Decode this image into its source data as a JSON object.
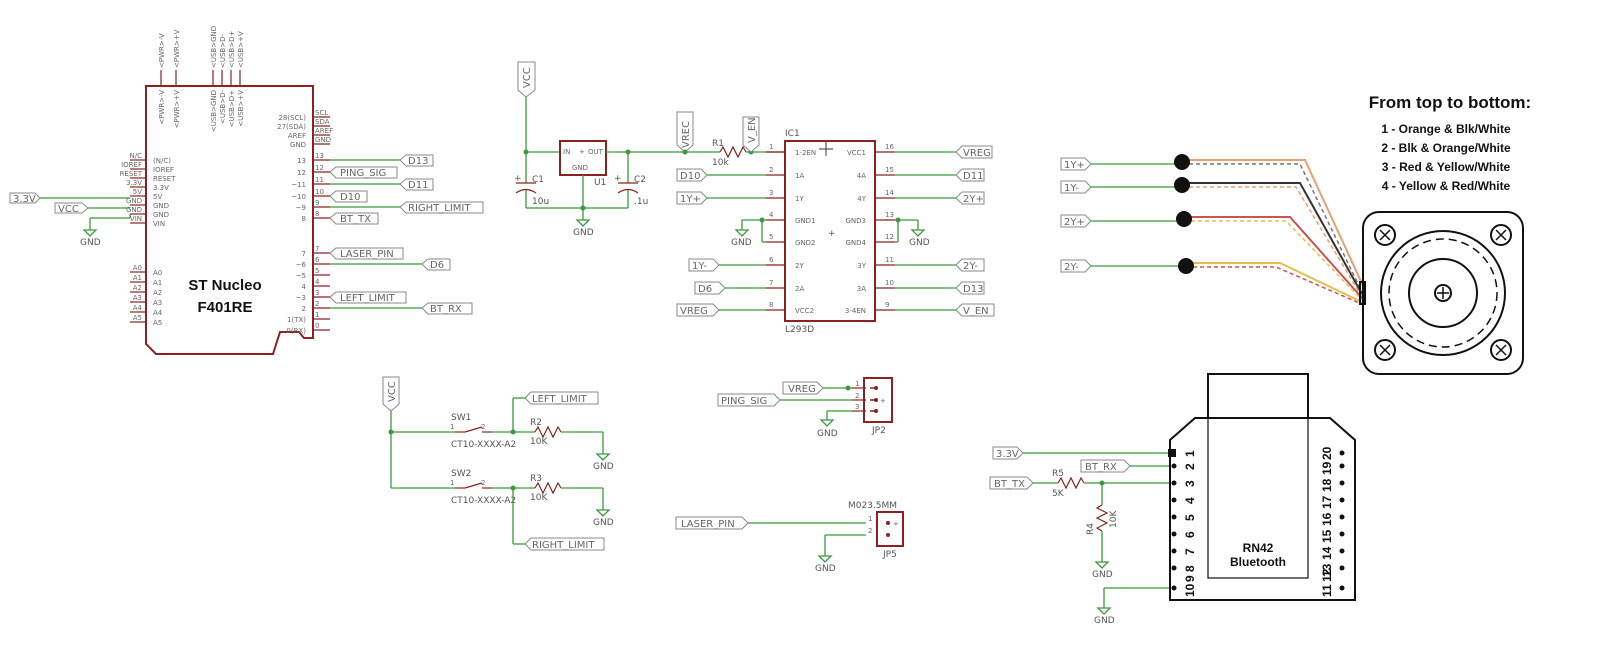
{
  "nucleo": {
    "name_line1": "ST Nucleo",
    "name_line2": "F401RE",
    "top_pins": [
      "<PWR>-V",
      "<PWR>+V",
      "<USB>GND",
      "<USB>D-",
      "<USB>D+",
      "<USB>+V"
    ],
    "left_outer": [
      "N/C",
      "IOREF",
      "RESET",
      "3.3V",
      "5V",
      "GND",
      "GND",
      "VIN",
      "A0",
      "A1",
      "A2",
      "A3",
      "A4",
      "A5"
    ],
    "left_inner": [
      "(N/C)",
      "IOREF",
      "RESET",
      "3.3V",
      "5V",
      "GND",
      "GND",
      "VIN",
      "A0",
      "A1",
      "A2",
      "A3",
      "A4",
      "A5"
    ],
    "right_inner": [
      "28(SCL)",
      "27(SDA)",
      "AREF",
      "GND",
      "13",
      "12",
      "~11",
      "~10",
      "~9",
      "8",
      "7",
      "~6",
      "~5",
      "4",
      "~3",
      "2",
      "1(TX)",
      "0(RX)"
    ],
    "right_outer": [
      "SCL",
      "SDA",
      "AREF",
      "GND",
      "13",
      "12",
      "11",
      "10",
      "9",
      "8",
      "7",
      "6",
      "5",
      "4",
      "3",
      "2",
      "1",
      "0"
    ],
    "labels": {
      "v33": "3.3V",
      "vcc": "VCC",
      "gnd": "GND",
      "d13": "D13",
      "ping": "PING_SIG",
      "d11": "D11",
      "d10": "D10",
      "right_limit": "RIGHT_LIMIT",
      "bt_tx": "BT_TX",
      "laser": "LASER_PIN",
      "d6": "D6",
      "left_limit": "LEFT_LIMIT",
      "bt_rx": "BT_RX"
    }
  },
  "regulator": {
    "vcc": "VCC",
    "c1": "C1",
    "c1_val": "10u",
    "c2": "C2",
    "c2_val": ".1u",
    "u1": "U1",
    "in": "IN",
    "out": "OUT",
    "gnd_pin": "GND",
    "gnd": "GND",
    "plus": "+"
  },
  "l293": {
    "name": "IC1",
    "part": "L293D",
    "r1": "R1",
    "r1_val": "10k",
    "vrec": "VREC",
    "v_en": "V_EN",
    "left_pins": [
      "1-2EN",
      "1A",
      "1Y",
      "GND1",
      "GND2",
      "2Y",
      "2A",
      "VCC2"
    ],
    "left_nums": [
      "1",
      "2",
      "3",
      "4",
      "5",
      "6",
      "7",
      "8"
    ],
    "right_pins": [
      "VCC1",
      "4A",
      "4Y",
      "GND3",
      "GND4",
      "3Y",
      "3A",
      "3-4EN"
    ],
    "right_nums": [
      "16",
      "15",
      "14",
      "13",
      "12",
      "11",
      "10",
      "9"
    ],
    "left_labels": [
      "D10",
      "1Y+",
      "1Y-",
      "D6",
      "VREG"
    ],
    "right_labels": [
      "VREG",
      "D11",
      "2Y+",
      "2Y-",
      "D13",
      "V_EN"
    ],
    "gnd": "GND"
  },
  "motor": {
    "labels": [
      "1Y+",
      "1Y-",
      "2Y+",
      "2Y-"
    ],
    "legend_title": "From top to bottom:",
    "legend": [
      "1 - Orange & Blk/White",
      "2 - Blk & Orange/White",
      "3 - Red & Yellow/White",
      "4 - Yellow & Red/White"
    ],
    "wire_colors": [
      "#e8a070",
      "#333333",
      "#d05050",
      "#e0c050"
    ]
  },
  "switches": {
    "vcc": "VCC",
    "sw1": "SW1",
    "sw2": "SW2",
    "sw_part": "CT10-XXXX-A2",
    "r2": "R2",
    "r3": "R3",
    "r_val": "10K",
    "left_limit": "LEFT_LIMIT",
    "right_limit": "RIGHT_LIMIT",
    "gnd": "GND",
    "pin1": "1",
    "pin2": "2"
  },
  "ping": {
    "vreg": "VREG",
    "sig": "PING_SIG",
    "gnd": "GND",
    "name": "JP2",
    "pins": [
      "1",
      "2",
      "3"
    ]
  },
  "laser": {
    "sig": "LASER_PIN",
    "gnd": "GND",
    "name": "JP5",
    "part": "M023.5MM",
    "pins": [
      "1",
      "2"
    ]
  },
  "bluetooth": {
    "v33": "3.3V",
    "bt_rx": "BT_RX",
    "bt_tx": "BT_TX",
    "r5": "R5",
    "r5_val": "5K",
    "r4": "R4",
    "r4_val": "10K",
    "gnd": "GND",
    "name1": "RN42",
    "name2": "Bluetooth",
    "left_nums": [
      "1",
      "2",
      "3",
      "4",
      "5",
      "6",
      "7",
      "8",
      "9",
      "10"
    ],
    "right_nums": [
      "20",
      "19",
      "18",
      "17",
      "16",
      "15",
      "14",
      "13",
      "12",
      "11"
    ]
  }
}
